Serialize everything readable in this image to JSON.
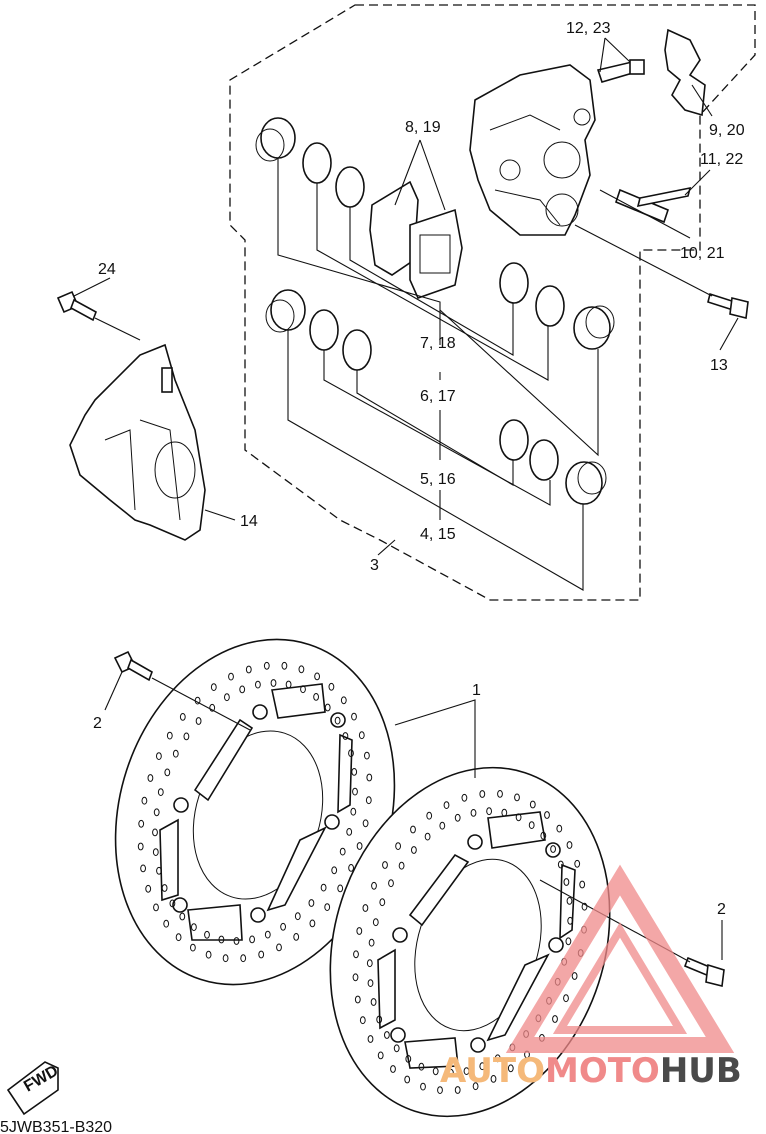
{
  "labels": {
    "l1": "1",
    "l2a": "2",
    "l2b": "2",
    "l3": "3",
    "l4": "4, 15",
    "l5": "5, 16",
    "l6": "6, 17",
    "l7": "7, 18",
    "l8": "8, 19",
    "l9": "9, 20",
    "l10": "10, 21",
    "l11": "11, 22",
    "l12": "12, 23",
    "l13": "13",
    "l14": "14",
    "l24": "24"
  },
  "fwd_label": "FWD",
  "diagram_code": "5JWB351-B320",
  "watermark": {
    "part1": "AUTO",
    "part2": "MOTO",
    "part3": "HUB",
    "color_auto": "#f5b97a",
    "color_moto": "#f08a8a",
    "color_hub": "#4a4a4a",
    "triangle_color": "#f08a8a"
  }
}
